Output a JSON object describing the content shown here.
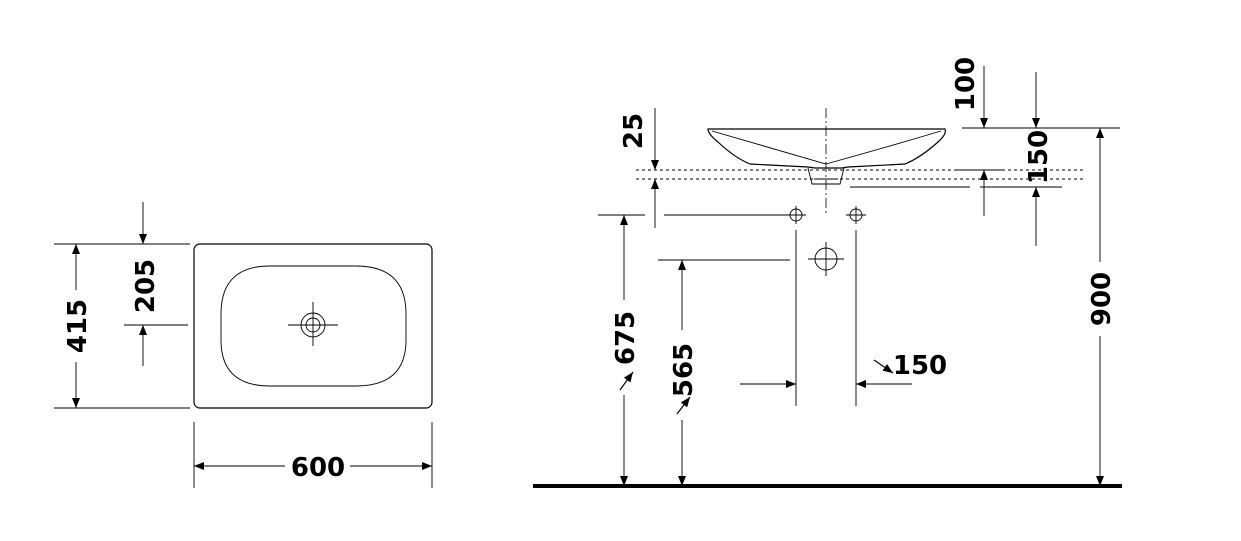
{
  "plan_view": {
    "width_label": "600",
    "depth_label": "415",
    "drain_offset_label": "205"
  },
  "side_view": {
    "rim_thickness_label": "25",
    "top_offset_label": "100",
    "bowl_height_label": "150",
    "rim_height_label": "900",
    "tap_height_label": "675",
    "waste_height_label": "565",
    "tap_spacing_label": "150"
  }
}
